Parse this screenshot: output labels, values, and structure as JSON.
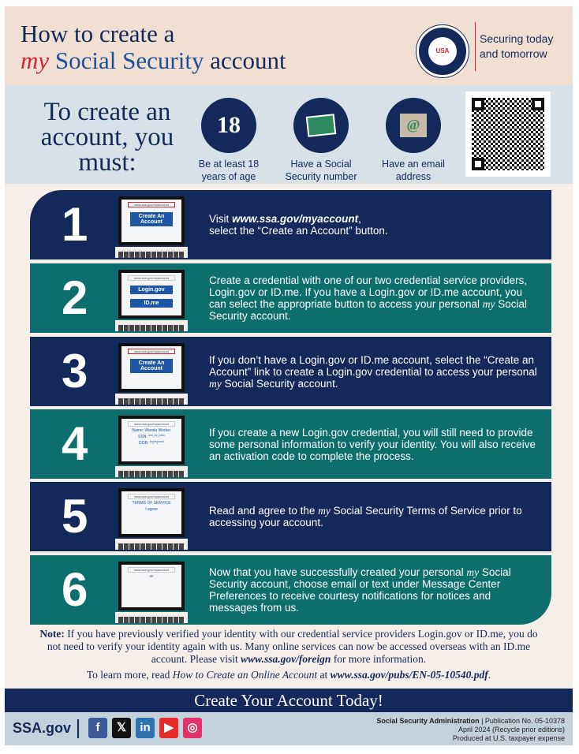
{
  "header": {
    "title_line1": "How to create a",
    "title_my": "my",
    "title_ss": "Social Security",
    "title_account": "account",
    "seal_text": "USA",
    "tagline_1": "Securing today",
    "tagline_2": "and tomorrow"
  },
  "requirements": {
    "heading": "To create an account, you must:",
    "items": [
      {
        "icon": "18",
        "label": "Be at least 18 years of age"
      },
      {
        "icon": "social-security-card",
        "label": "Have a Social Security number"
      },
      {
        "icon": "@",
        "label": "Have an email address"
      }
    ]
  },
  "steps": [
    {
      "number": "1",
      "url": "www.ssa.gov/myaccount",
      "buttons": [
        "Create An Account"
      ],
      "text_pre": "Visit ",
      "text_bold": "www.ssa.gov/myaccount",
      "text_post": ",\nselect the “Create an Account” button."
    },
    {
      "number": "2",
      "url": "www.ssa.gov/myaccount",
      "buttons": [
        "Login.gov",
        "ID.me"
      ],
      "text_pre": "Create a credential with one of our two credential service providers, Login.gov or ID.me. If you have a Login.gov or ID.me account, you can select the appropriate button to access your personal ",
      "text_my": "my",
      "text_post": " Social Security account."
    },
    {
      "number": "3",
      "url": "www.ssa.gov/myaccount",
      "buttons": [
        "Create An Account"
      ],
      "text_pre": "If you don’t have a Login.gov or ID.me account, select the “Create an Account” link to create a Login.gov credential to access your personal ",
      "text_my": "my",
      "text_post": " Social Security account."
    },
    {
      "number": "4",
      "url": "www.ssa.gov/myaccount",
      "buttons": [],
      "form": [
        "Name: Wanda Worker",
        "SSN: ***-**-****",
        "DOB: **/**/****"
      ],
      "text_pre": "If you create a new Login.gov credential, you will still need to provide some personal information to verify your identity. You will also receive an activation code to complete the process."
    },
    {
      "number": "5",
      "url": "www.ssa.gov/myaccount",
      "buttons": [],
      "form": [
        "TERMS OF SERVICE",
        "I agree"
      ],
      "text_pre": "Read and agree to the ",
      "text_my": "my",
      "text_post": " Social Security Terms of Service prior to accessing your account."
    },
    {
      "number": "6",
      "url": "www.ssa.gov/myaccount",
      "buttons": [],
      "form": [
        "or"
      ],
      "text_pre": "Now that you have successfully created your personal ",
      "text_my": "my",
      "text_post": " Social Security account, choose email or text under Message Center Preferences to receive courtesy notifications for notices and messages from us."
    }
  ],
  "note": {
    "label": "Note:",
    "text1": " If you have previously verified your identity with our credential service providers Login.gov or ID.me, you do not need to verify your identity again with us. Many online services can now be accessed overseas with an ID.me account.  Please visit ",
    "link": "www.ssa.gov/foreign",
    "text2": " for more information."
  },
  "learn": {
    "pre": "To learn more, read ",
    "title": "How to Create an Online Account",
    "mid": " at ",
    "link": "www.ssa.gov/pubs/EN-05-10540.pdf",
    "post": "."
  },
  "cta": "Create Your Account Today!",
  "footer": {
    "site": "SSA.gov",
    "social": [
      {
        "name": "facebook",
        "glyph": "f",
        "color": "#3b5a9a"
      },
      {
        "name": "x",
        "glyph": "𝕏",
        "color": "#111111"
      },
      {
        "name": "linkedin",
        "glyph": "in",
        "color": "#2f72b0"
      },
      {
        "name": "youtube",
        "glyph": "▶",
        "color": "#e62b2b"
      },
      {
        "name": "instagram",
        "glyph": "◎",
        "color": "#e0336b"
      }
    ],
    "agency": "Social Security Administration",
    "publication": " | Publication No. 05-10378",
    "date": "April 2024 (Recycle prior editions)",
    "produced": "Produced at U.S. taxpayer expense"
  }
}
